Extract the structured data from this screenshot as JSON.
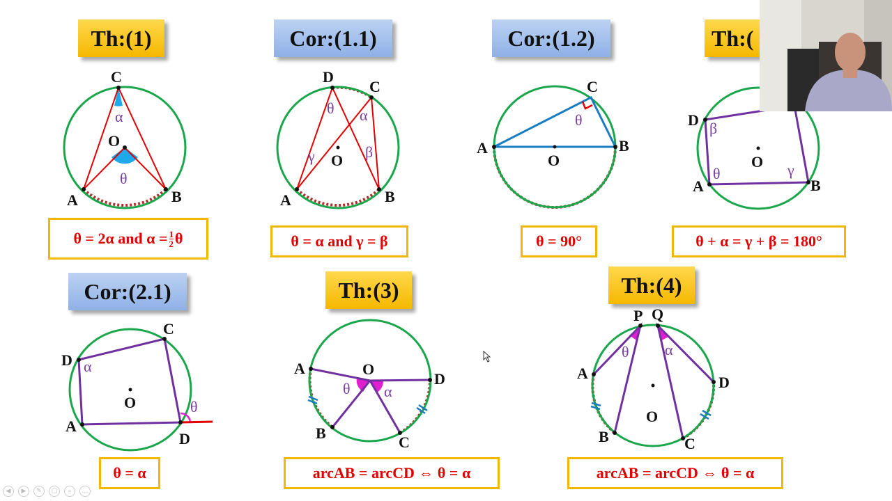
{
  "titles": {
    "th1": "Th:(1)",
    "cor11": "Cor:(1.1)",
    "cor12": "Cor:(1.2)",
    "th2": "Th:(",
    "cor21": "Cor:(2.1)",
    "th3": "Th:(3)",
    "th4": "Th:(4)"
  },
  "formulas": {
    "f1_a": "θ = 2α and α = ",
    "f1_num": "1",
    "f1_den": "2",
    "f1_b": "θ",
    "f11": "θ = α and γ = β",
    "f12": "θ = 90°",
    "f2": "θ + α = γ + β = 180°",
    "f21": "θ = α",
    "f3": "arcAB = arcCD ⇔ θ = α",
    "f4": "arcAB = arcCD ⇔ θ = α"
  },
  "labels": {
    "A": "A",
    "B": "B",
    "C": "C",
    "D": "D",
    "O": "O",
    "P": "P",
    "Q": "Q",
    "theta": "θ",
    "alpha": "α",
    "beta": "β",
    "gamma": "γ"
  },
  "colors": {
    "circle": "#1aa64a",
    "red_line": "#e00000",
    "blue_line": "#1a7cc0",
    "purple_line": "#7030a0",
    "angle_fill_blue": "#1eaaea",
    "angle_fill_magenta": "#e020d0",
    "formula_border": "#f2b800"
  },
  "toolbar": {
    "icons": [
      "prev-icon",
      "next-icon",
      "pen-icon",
      "copy-icon",
      "zoom-icon",
      "more-icon"
    ]
  }
}
